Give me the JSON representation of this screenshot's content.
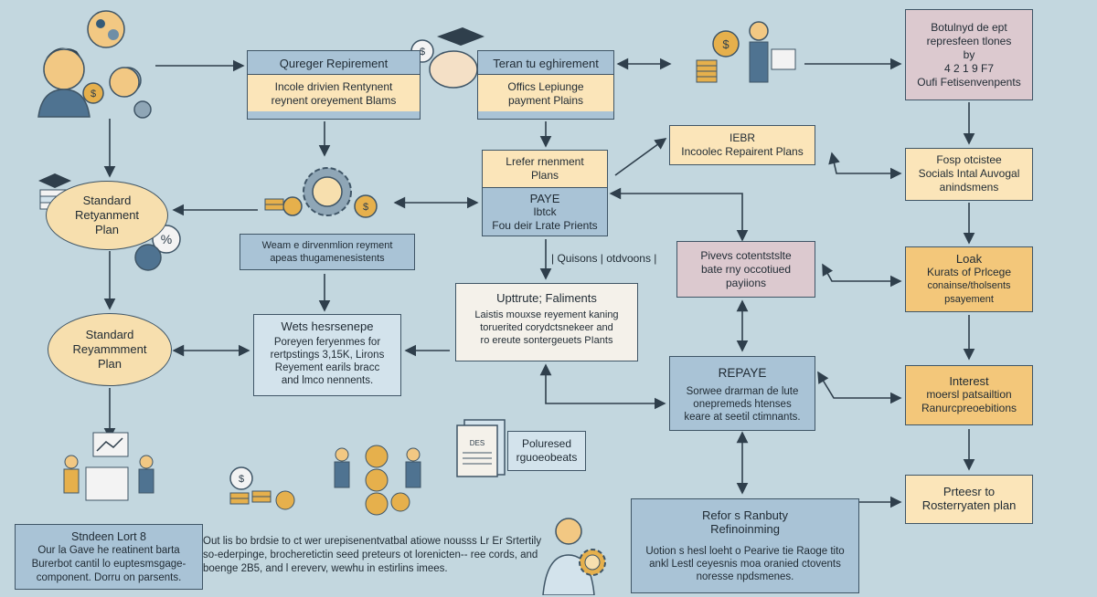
{
  "top_row": {
    "box1_title": "Qureger Repirement",
    "box1_body": "Incole drivien Rentynent",
    "box1_body2": "reynent oreyement Blams",
    "box2_title": "Teran tu eghirement",
    "box2_body": "Offics Lepiunge",
    "box2_body2": "payment Plains",
    "doc_line1": "Botulnyd de ept",
    "doc_line2": "represfeen tlones",
    "doc_line3": "by",
    "doc_line4": "4 2 1 9 F7",
    "doc_line5": "Oufi Fetisenvenpents"
  },
  "center": {
    "lefer_title": "Lrefer rnenment",
    "lefer_title2": "Plans",
    "paye_title": "PAYE",
    "paye_line1": "Ibtck",
    "paye_line2": "Fou deir Lrate Prients",
    "ibr_title": "IEBR",
    "ibr_line1": "Incoolec Repairent Plans",
    "options_label": "| Quisons | otdvoons |",
    "update_title": "Upttrute; Faliments",
    "update_line1": "Laistis mouxse reyement kaning",
    "update_line2": "toruerited corydctsnekeer and",
    "update_line3": "ro ereute sontergeuets PIants",
    "weas_line1": "Weam e dirvenmlion reyment",
    "weas_line2": "apeas thugamenesistents",
    "webs_title": "Wets hesrsenepe",
    "webs_line1": "Poreyen feryenmes for",
    "webs_line2": "rertpstings 3,15K, Lirons",
    "webs_line3": "Reyement earils bracc",
    "webs_line4": "and lmco nennents.",
    "policy_title": "Poluresed",
    "policy_line2": "rguoeobeats",
    "policy_doc": "DES"
  },
  "left": {
    "oval1_line1": "Standard",
    "oval1_line2": "Retyanment",
    "oval1_line3": "Plan",
    "oval2_line1": "Standard",
    "oval2_line2": "Reyammment",
    "oval2_line3": "Plan",
    "bottom_title": "Stndeen Lort 8",
    "bottom_line1": "Our la Gave he reatinent barta",
    "bottom_line2": "Burerbot cantil lo euptesmsgage-",
    "bottom_line3": "component. Dorru on parsents.",
    "percent_label": "%"
  },
  "right": {
    "pivers_line1": "Pivevs cotentstslte",
    "pivers_line2": "bate rny occotiued",
    "pivers_line3": "payiions",
    "repaye_title": "REPAYE",
    "repaye_line1": "Sorwee drarman de lute",
    "repaye_line2": "onepremeds htenses",
    "repaye_line3": "keare at seetil ctimnants.",
    "fosp_line1": "Fosp otcistee",
    "fosp_line2": "Socials Intal Auvogal",
    "fosp_line3": "anindsmens",
    "look_line1": "Loak",
    "look_line2": "Kurats of Prlcege",
    "look_line3": "conainse/tholsents",
    "look_line4": "psayement",
    "interest_line1": "Interest",
    "interest_line2": "moersl patsailtion",
    "interest_line3": "Ranurcpreoebitions",
    "prefer_line1": "Prteesr to",
    "prefer_line2": "Rosterryaten plan",
    "refi_title": "Refor s Ranbuty",
    "refi_title2": "Refinoinming",
    "refi_line1": "Uotion s hesl loeht o Pearive tie Raoge tito",
    "refi_line2": "ankl Lestl ceyesnis moa oranied ctovents",
    "refi_line3": "noresse npdsmenes."
  },
  "bottom_center": {
    "line1": "Out lis bo brdsie to ct wer urepisenentvatbal atiowe nousss Lr Er",
    "line2": "Srtertily so-ederpinge, brocheretictin seed preteurs ot lorenicten--",
    "line3": "ree cords, and boenge 2B5, and l ereverv, wewhu in estirlins imees."
  },
  "colors": {
    "background": "#c3d7df",
    "box_blue": "#a9c3d6",
    "cream": "#fbe5b9",
    "orange": "#f3c77a",
    "mauve": "#dcc9cf",
    "line": "#3f5566"
  }
}
